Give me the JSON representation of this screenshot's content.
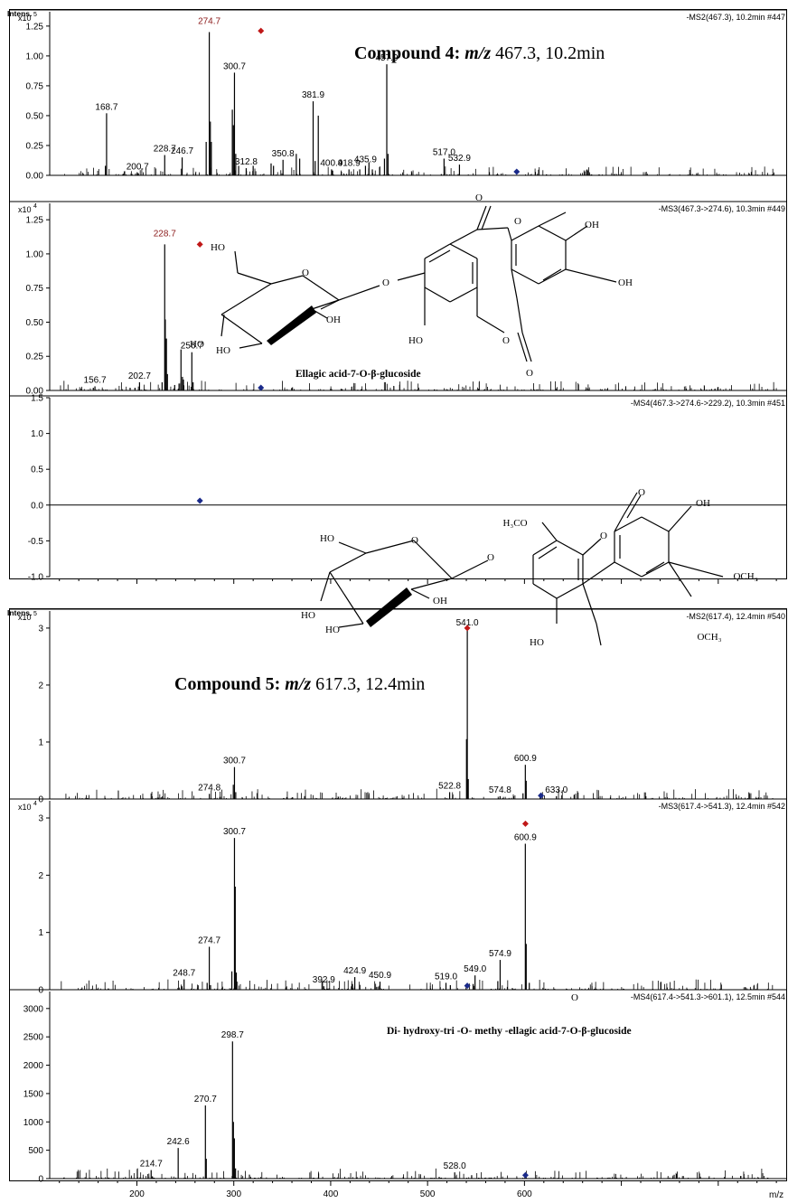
{
  "figure": {
    "intens_label": "Intens.",
    "xlabel": "m/z",
    "x_ticks": [
      200,
      300,
      400,
      500,
      600
    ],
    "x_range": [
      110,
      872
    ]
  },
  "panels": [
    {
      "id": "c4-ms2",
      "group": "Compound 4",
      "exp": 5,
      "ylim": [
        0,
        1.37
      ],
      "yticks": [
        "0.00",
        "0.25",
        "0.50",
        "0.75",
        "1.00",
        "1.25"
      ],
      "header": "-MS2(467.3), 10.2min #447",
      "compound_label": {
        "bold": "Compound 4:",
        "italic": "m/z",
        "rest": "467.3, 10.2min"
      },
      "precursor_x": 592,
      "precursor_y": 0.03,
      "parent_marker": [
        328,
        1.21
      ]
    },
    {
      "id": "c4-ms3",
      "group": "Compound 4",
      "exp": 4,
      "ylim": [
        0,
        1.37
      ],
      "yticks": [
        "0.00",
        "0.25",
        "0.50",
        "0.75",
        "1.00",
        "1.25"
      ],
      "header": "-MS3(467.3->274.6), 10.3min #449",
      "structure_label": "Ellagic acid-7-O-β-glucoside",
      "precursor_x": 328,
      "precursor_y": 0.02,
      "parent_marker": [
        265,
        1.07
      ]
    },
    {
      "id": "c4-ms4",
      "group": "Compound 4",
      "exp": null,
      "ylim": [
        -1.0,
        1.5
      ],
      "yticks": [
        "-1.0",
        "-0.5",
        "0.0",
        "0.5",
        "1.0",
        "1.5"
      ],
      "header": "-MS4(467.3->274.6->229.2), 10.3min #451",
      "precursor_x": 265,
      "precursor_y": 0.06
    },
    {
      "id": "c5-ms2",
      "group": "Compound 5",
      "exp": 5,
      "ylim": [
        0,
        3.3
      ],
      "yticks": [
        "0",
        "1",
        "2",
        "3"
      ],
      "header": "-MS2(617.4), 12.4min #540",
      "compound_label": {
        "bold": "Compound 5:",
        "italic": "m/z",
        "rest": "617.3, 12.4min"
      },
      "precursor_x": 617,
      "precursor_y": 0.06,
      "parent_marker": [
        541,
        3.0
      ]
    },
    {
      "id": "c5-ms3",
      "group": "Compound 5",
      "exp": 4,
      "ylim": [
        0,
        3.3
      ],
      "yticks": [
        "0",
        "1",
        "2",
        "3"
      ],
      "header": "-MS3(617.4->541.3), 12.4min #542",
      "precursor_x": 541,
      "precursor_y": 0.07,
      "parent_marker": [
        601,
        2.9
      ]
    },
    {
      "id": "c5-ms4",
      "group": "Compound 5",
      "exp": null,
      "ylim": [
        0,
        3300
      ],
      "yticks": [
        "0",
        "500",
        "1000",
        "1500",
        "2000",
        "2500",
        "3000"
      ],
      "header": "-MS4(617.4->541.3->601.1), 12.5min #544",
      "structure_label": "Di- hydroxy-tri -O- methy -ellagic acid-7-O-β-glucoside",
      "precursor_x": 601,
      "precursor_y": 60
    }
  ],
  "chart_data": [
    {
      "type": "bar",
      "panel": "c4-ms2",
      "xlabel": "m/z",
      "ylabel": "Intens. x10^5",
      "peaks": [
        {
          "mz": 168.7,
          "i": 0.52,
          "label": "168.7"
        },
        {
          "mz": 200.7,
          "i": 0.02,
          "label": "200.7"
        },
        {
          "mz": 228.7,
          "i": 0.17,
          "label": "228.7"
        },
        {
          "mz": 246.7,
          "i": 0.15,
          "label": "246.7"
        },
        {
          "mz": 274.7,
          "i": 1.2,
          "label": "274.7"
        },
        {
          "mz": 300.7,
          "i": 0.86,
          "label": "300.7"
        },
        {
          "mz": 312.8,
          "i": 0.06,
          "label": "312.8"
        },
        {
          "mz": 350.8,
          "i": 0.13,
          "label": "350.8"
        },
        {
          "mz": 381.9,
          "i": 0.62,
          "label": "381.9"
        },
        {
          "mz": 400.9,
          "i": 0.05,
          "label": "400.9"
        },
        {
          "mz": 418.9,
          "i": 0.05,
          "label": "418.9"
        },
        {
          "mz": 435.9,
          "i": 0.08,
          "label": "435.9"
        },
        {
          "mz": 457.9,
          "i": 0.93,
          "label": "457.9"
        },
        {
          "mz": 517.0,
          "i": 0.14,
          "label": "517.0"
        },
        {
          "mz": 532.9,
          "i": 0.09,
          "label": "532.9"
        },
        {
          "mz": 167.5,
          "i": 0.08
        },
        {
          "mz": 271.5,
          "i": 0.28
        },
        {
          "mz": 275.8,
          "i": 0.45
        },
        {
          "mz": 276.8,
          "i": 0.28
        },
        {
          "mz": 298.5,
          "i": 0.55
        },
        {
          "mz": 299.6,
          "i": 0.42
        },
        {
          "mz": 302.0,
          "i": 0.18
        },
        {
          "mz": 305.0,
          "i": 0.08
        },
        {
          "mz": 320.0,
          "i": 0.08
        },
        {
          "mz": 338.5,
          "i": 0.1
        },
        {
          "mz": 341.0,
          "i": 0.08
        },
        {
          "mz": 364.5,
          "i": 0.18
        },
        {
          "mz": 368.0,
          "i": 0.14
        },
        {
          "mz": 384.0,
          "i": 0.12
        },
        {
          "mz": 387.2,
          "i": 0.5
        },
        {
          "mz": 402.0,
          "i": 0.04
        },
        {
          "mz": 411.0,
          "i": 0.03
        },
        {
          "mz": 430.0,
          "i": 0.05
        },
        {
          "mz": 439.5,
          "i": 0.11
        },
        {
          "mz": 443.0,
          "i": 0.05
        },
        {
          "mz": 450.5,
          "i": 0.07
        },
        {
          "mz": 455.5,
          "i": 0.14
        },
        {
          "mz": 459.2,
          "i": 0.18
        }
      ]
    },
    {
      "type": "bar",
      "panel": "c4-ms3",
      "xlabel": "m/z",
      "ylabel": "Intens. x10^4",
      "peaks": [
        {
          "mz": 156.7,
          "i": 0.03,
          "label": "156.7"
        },
        {
          "mz": 202.7,
          "i": 0.06,
          "label": "202.7"
        },
        {
          "mz": 228.7,
          "i": 1.07,
          "label": "228.7"
        },
        {
          "mz": 256.7,
          "i": 0.28,
          "label": "256.7"
        },
        {
          "mz": 155.0,
          "i": 0.02
        },
        {
          "mz": 193.0,
          "i": 0.02
        },
        {
          "mz": 198.0,
          "i": 0.02
        },
        {
          "mz": 226.0,
          "i": 0.06
        },
        {
          "mz": 229.3,
          "i": 0.52
        },
        {
          "mz": 230.5,
          "i": 0.38
        },
        {
          "mz": 231.5,
          "i": 0.12
        },
        {
          "mz": 239.0,
          "i": 0.04
        },
        {
          "mz": 245.5,
          "i": 0.3
        },
        {
          "mz": 247.0,
          "i": 0.1
        },
        {
          "mz": 248.0,
          "i": 0.08
        },
        {
          "mz": 258.0,
          "i": 0.06
        }
      ]
    },
    {
      "type": "bar",
      "panel": "c4-ms4",
      "xlabel": "m/z",
      "ylabel": "Intens.",
      "peaks": []
    },
    {
      "type": "bar",
      "panel": "c5-ms2",
      "xlabel": "m/z",
      "ylabel": "Intens. x10^5",
      "peaks": [
        {
          "mz": 274.8,
          "i": 0.09,
          "label": "274.8"
        },
        {
          "mz": 300.7,
          "i": 0.56,
          "label": "300.7"
        },
        {
          "mz": 522.8,
          "i": 0.12,
          "label": "522.8"
        },
        {
          "mz": 541.0,
          "i": 2.98,
          "label": "541.0"
        },
        {
          "mz": 574.8,
          "i": 0.05,
          "label": "574.8"
        },
        {
          "mz": 600.9,
          "i": 0.6,
          "label": "600.9"
        },
        {
          "mz": 633.0,
          "i": 0.05,
          "label": "633.0"
        },
        {
          "mz": 299.5,
          "i": 0.25
        },
        {
          "mz": 302.0,
          "i": 0.12
        },
        {
          "mz": 540.2,
          "i": 1.05
        },
        {
          "mz": 542.0,
          "i": 0.35
        },
        {
          "mz": 526.0,
          "i": 0.08
        },
        {
          "mz": 601.8,
          "i": 0.32
        },
        {
          "mz": 598.5,
          "i": 0.1
        }
      ]
    },
    {
      "type": "bar",
      "panel": "c5-ms3",
      "xlabel": "m/z",
      "ylabel": "Intens. x10^4",
      "peaks": [
        {
          "mz": 248.7,
          "i": 0.18,
          "label": "248.7"
        },
        {
          "mz": 274.7,
          "i": 0.75,
          "label": "274.7"
        },
        {
          "mz": 300.7,
          "i": 2.65,
          "label": "300.7"
        },
        {
          "mz": 392.9,
          "i": 0.06,
          "label": "392.9"
        },
        {
          "mz": 424.9,
          "i": 0.22,
          "label": "424.9"
        },
        {
          "mz": 450.9,
          "i": 0.14,
          "label": "450.9"
        },
        {
          "mz": 519.0,
          "i": 0.12,
          "label": "519.0"
        },
        {
          "mz": 549.0,
          "i": 0.25,
          "label": "549.0"
        },
        {
          "mz": 574.9,
          "i": 0.52,
          "label": "574.9"
        },
        {
          "mz": 600.9,
          "i": 2.55,
          "label": "600.9"
        },
        {
          "mz": 246.5,
          "i": 0.06
        },
        {
          "mz": 272.5,
          "i": 0.12
        },
        {
          "mz": 276.0,
          "i": 0.08
        },
        {
          "mz": 298.0,
          "i": 0.32
        },
        {
          "mz": 301.5,
          "i": 1.8
        },
        {
          "mz": 302.6,
          "i": 0.3
        },
        {
          "mz": 422.5,
          "i": 0.1
        },
        {
          "mz": 447.5,
          "i": 0.05
        },
        {
          "mz": 523.5,
          "i": 0.08
        },
        {
          "mz": 547.0,
          "i": 0.1
        },
        {
          "mz": 572.5,
          "i": 0.15
        },
        {
          "mz": 601.8,
          "i": 0.8
        },
        {
          "mz": 605.0,
          "i": 0.12
        }
      ]
    },
    {
      "type": "bar",
      "panel": "c5-ms4",
      "xlabel": "m/z",
      "ylabel": "Intens.",
      "peaks": [
        {
          "mz": 214.7,
          "i": 150,
          "label": "214.7"
        },
        {
          "mz": 242.6,
          "i": 540,
          "label": "242.6"
        },
        {
          "mz": 270.7,
          "i": 1290,
          "label": "270.7"
        },
        {
          "mz": 298.7,
          "i": 2420,
          "label": "298.7"
        },
        {
          "mz": 528.0,
          "i": 110,
          "label": "528.0"
        },
        {
          "mz": 216.0,
          "i": 40
        },
        {
          "mz": 271.6,
          "i": 350
        },
        {
          "mz": 299.6,
          "i": 1000
        },
        {
          "mz": 300.6,
          "i": 710
        },
        {
          "mz": 301.8,
          "i": 180
        },
        {
          "mz": 512.0,
          "i": 30
        },
        {
          "mz": 545.5,
          "i": 60
        }
      ]
    }
  ]
}
